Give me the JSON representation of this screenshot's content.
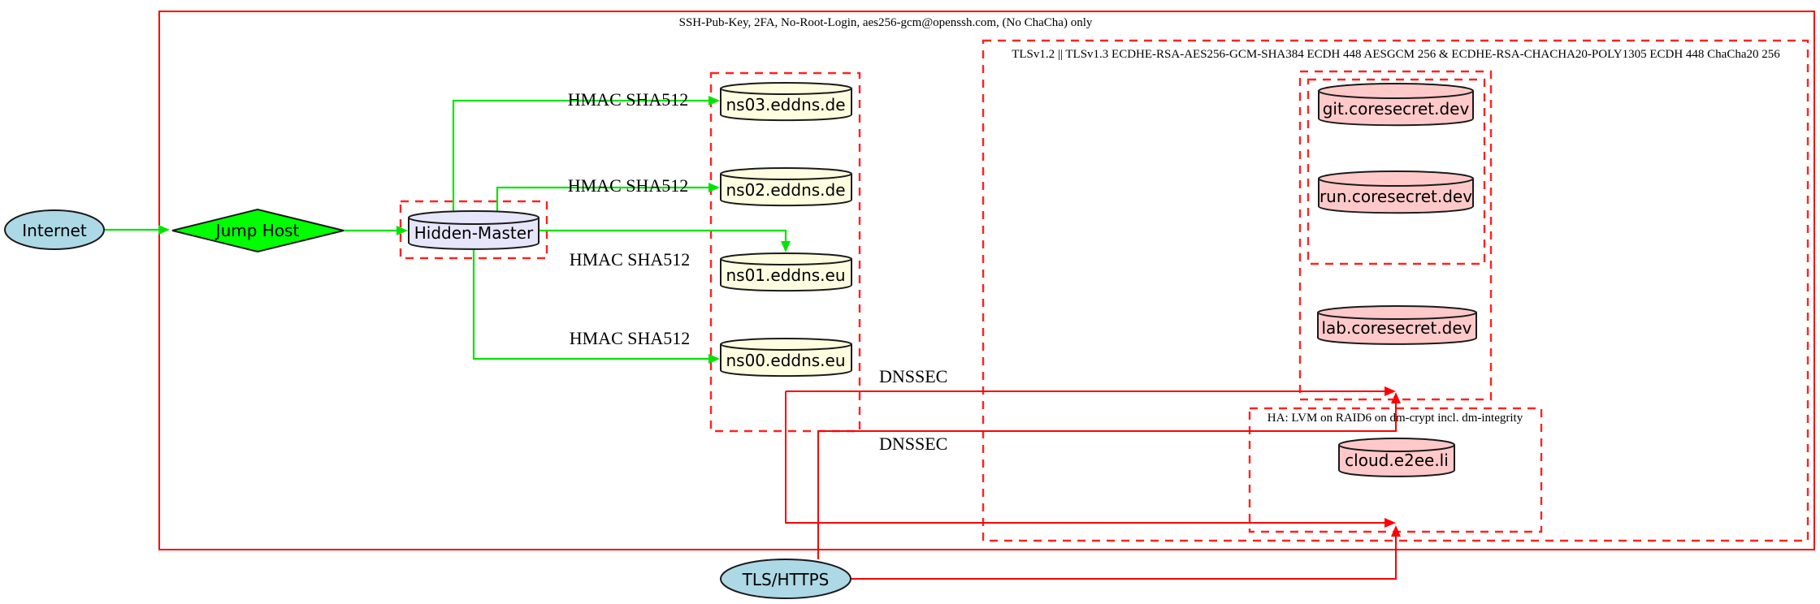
{
  "diagram": {
    "clusters": {
      "ssh": {
        "label": "SSH-Pub-Key, 2FA, No-Root-Login, aes256-gcm@openssh.com, (No ChaCha) only",
        "border": "#ff0000",
        "style": "solid"
      },
      "tls": {
        "label": "TLSv1.2 || TLSv1.3 ECDHE-RSA-AES256-GCM-SHA384 ECDH 448 AESGCM 256 & ECDHE-RSA-CHACHA20-POLY1305 ECDH 448 ChaCha20 256",
        "border": "#ff0000",
        "style": "dashed"
      },
      "ha": {
        "label": "HA: LVM on RAID6 on dm-crypt incl. dm-integrity",
        "border": "#ff0000",
        "style": "dashed"
      },
      "eddns": {
        "label": "",
        "border": "#ff0000",
        "style": "dashed"
      },
      "coresecret": {
        "label": "",
        "border": "#ff0000",
        "style": "dashed"
      },
      "hidden_master_box": {
        "label": "",
        "border": "#ff0000",
        "style": "dashed"
      }
    },
    "nodes": {
      "internet": {
        "label": "Internet",
        "shape": "ellipse",
        "fill": "#add8e6"
      },
      "jump_host": {
        "label": "Jump Host",
        "shape": "diamond",
        "fill": "#00ff00"
      },
      "hidden_master": {
        "label": "Hidden-Master",
        "shape": "cylinder",
        "fill": "#e6e6fa"
      },
      "ns03": {
        "label": "ns03.eddns.de",
        "shape": "cylinder",
        "fill": "#fffde0"
      },
      "ns02": {
        "label": "ns02.eddns.de",
        "shape": "cylinder",
        "fill": "#fffde0"
      },
      "ns01": {
        "label": "ns01.eddns.eu",
        "shape": "cylinder",
        "fill": "#fffde0"
      },
      "ns00": {
        "label": "ns00.eddns.eu",
        "shape": "cylinder",
        "fill": "#fffde0"
      },
      "git": {
        "label": "git.coresecret.dev",
        "shape": "cylinder",
        "fill": "#ffc9c9"
      },
      "run": {
        "label": "run.coresecret.dev",
        "shape": "cylinder",
        "fill": "#ffc9c9"
      },
      "lab": {
        "label": "lab.coresecret.dev",
        "shape": "cylinder",
        "fill": "#ffc9c9"
      },
      "cloud": {
        "label": "cloud.e2ee.li",
        "shape": "cylinder",
        "fill": "#ffc9c9"
      },
      "tls_https": {
        "label": "TLS/HTTPS",
        "shape": "ellipse",
        "fill": "#add8e6"
      }
    },
    "edges": {
      "hmac_label": "HMAC SHA512",
      "dnssec_label": "DNSSEC",
      "green_color": "#00e400",
      "red_color": "#ff0000"
    }
  }
}
